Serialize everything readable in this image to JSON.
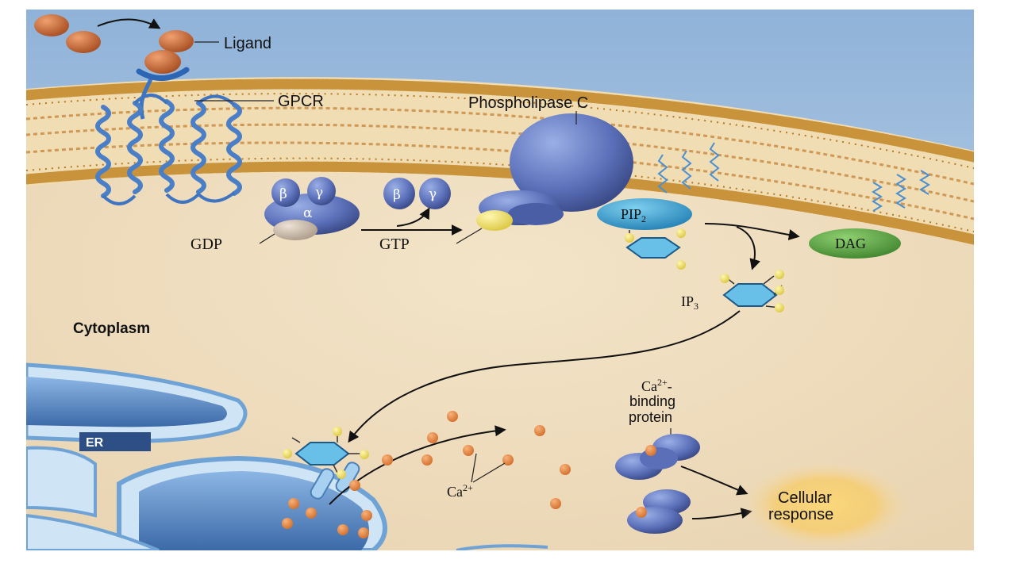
{
  "labels": {
    "ligand": "Ligand",
    "gpcr": "GPCR",
    "phospholipase_c": "Phospholipase C",
    "beta": "β",
    "gamma": "γ",
    "alpha": "α",
    "gdp": "GDP",
    "gtp": "GTP",
    "pip2_main": "PIP",
    "pip2_sub": "2",
    "dag": "DAG",
    "ip3_main": "IP",
    "ip3_sub": "3",
    "cytoplasm": "Cytoplasm",
    "er": "ER",
    "ca_binding_line1_main": "Ca",
    "ca_binding_line1_sup": "2+",
    "ca_binding_line1_tail": "-",
    "ca_binding_line2": "binding",
    "ca_binding_line3": "protein",
    "ca_main": "Ca",
    "ca_sup": "2+",
    "cellular_line1": "Cellular",
    "cellular_line2": "response"
  },
  "colors": {
    "sky": "#a9c7e4",
    "membrane_head": "#c8933a",
    "cytoplasm": "#eedcbc",
    "protein_blue": "#5a6fb8",
    "gdp": "#c9b9a6",
    "gtp": "#f4e36a",
    "pip2": "#2e9fd2",
    "dag": "#4f9f3a",
    "ligand": "#c8642e",
    "calcium": "#e4883c",
    "er": "#5a89c6",
    "response_glow": "#f5c75c"
  }
}
